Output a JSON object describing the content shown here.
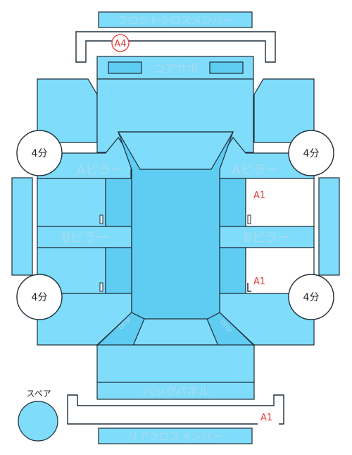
{
  "panels": {
    "front_cross_member": "フロントクロスメンバー",
    "core_support": "コアサポ",
    "a_pillar_left": "Aピラー",
    "a_pillar_right": "Aピラー",
    "b_pillar_left": "Bピラー",
    "b_pillar_right": "Bピラー",
    "back_panel": "バックパネル",
    "rear_cross_member": "リアクロスメンバー",
    "spare": "スペア"
  },
  "quarter_badges": {
    "front_left": "4分",
    "front_right": "4分",
    "rear_left": "4分",
    "rear_right": "4分"
  },
  "damage_marks": {
    "front_cross_member_mark": "A4",
    "right_front_door_mark": "A1",
    "right_rear_door_mark": "A1",
    "rear_cross_member_mark": "A1"
  },
  "colors": {
    "panel_fill": "#7fdcfb",
    "panel_fill_dark": "#5fccf2",
    "outline": "#1f2d3a",
    "label_text": "#a8dcee",
    "mark_red": "#e53935",
    "background": "#ffffff"
  }
}
